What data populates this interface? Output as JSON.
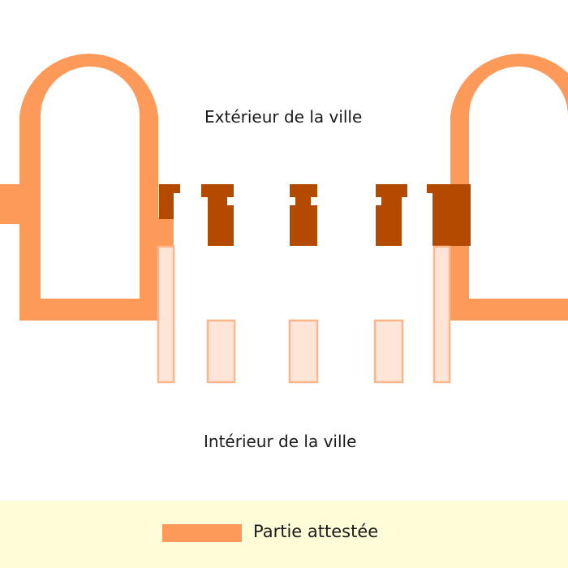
{
  "labels": {
    "exterior": "Extérieur de la ville",
    "interior": "Intérieur de la ville"
  },
  "legend": {
    "items": [
      {
        "label": "Partie attestée",
        "color": "#fd9a5a"
      }
    ]
  },
  "colors": {
    "attested": "#fd9a5a",
    "gate_piers": "#b34a00",
    "restored_fill": "#fee5d7",
    "restored_stroke": "#fdb58a",
    "legend_background": "#fefdd8"
  },
  "elements": [
    "left-tower",
    "right-tower",
    "gate-piers-exterior",
    "gate-piers-interior"
  ]
}
